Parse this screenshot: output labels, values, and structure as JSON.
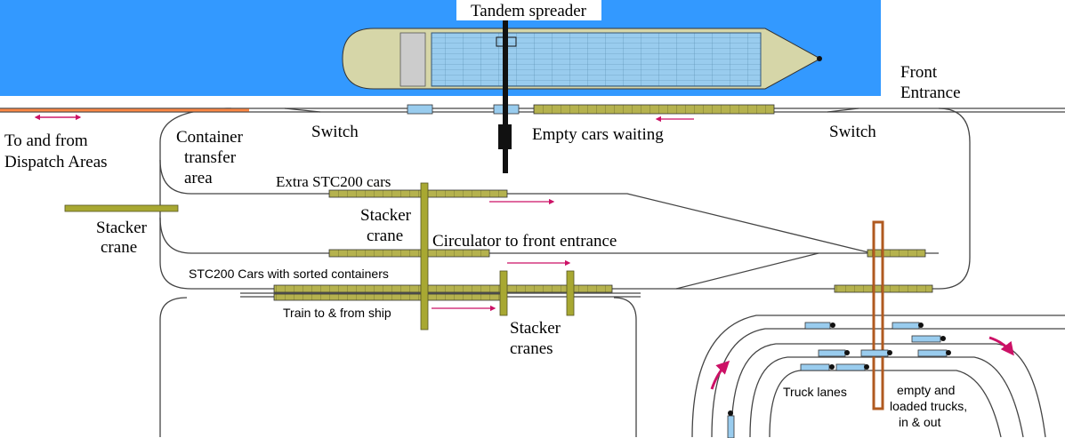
{
  "labels": {
    "tandem_spreader": "Tandem spreader",
    "front_entrance_1": "Front",
    "front_entrance_2": "Entrance",
    "to_from_1": "To and from",
    "to_from_2": "Dispatch Areas",
    "container_transfer_1": "Container",
    "container_transfer_2": "transfer",
    "container_transfer_3": "area",
    "switch_left": "Switch",
    "switch_right": "Switch",
    "empty_cars_waiting": "Empty cars waiting",
    "extra_stc200": "Extra STC200 cars",
    "stacker_crane_left_1": "Stacker",
    "stacker_crane_left_2": "crane",
    "stacker_crane_mid_1": "Stacker",
    "stacker_crane_mid_2": "crane",
    "circulator": "Circulator to front entrance",
    "stc200_sorted": "STC200 Cars with sorted containers",
    "train_to_from_ship": "Train to & from ship",
    "stacker_cranes_1": "Stacker",
    "stacker_cranes_2": "cranes",
    "truck_lanes": "Truck lanes",
    "empty_loaded_1": "empty and",
    "empty_loaded_2": "loaded trucks,",
    "empty_loaded_3": "in & out"
  },
  "colors": {
    "water": "#3399ff",
    "ship_hull": "#d6d6a8",
    "container": "#99ccee",
    "car": "#b5b24e",
    "crane": "#a8a832",
    "rail": "#444444",
    "dispatch_rail": "#ff8844",
    "arrow": "#cc1166",
    "overhead_crane": "#b05a20",
    "truck": "#99ccee"
  }
}
